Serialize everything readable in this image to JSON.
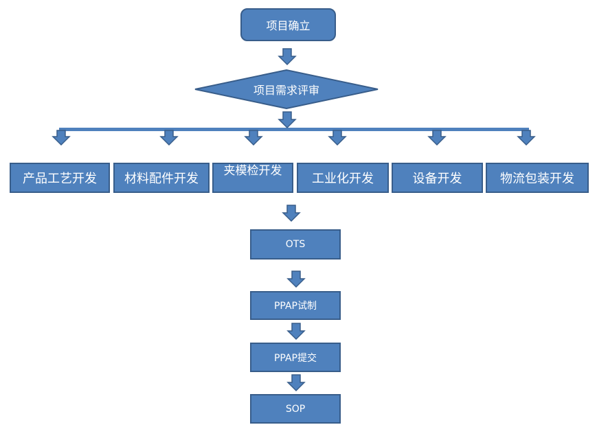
{
  "colors": {
    "fill": "#4f81bd",
    "stroke": "#385d8a",
    "text": "#ffffff"
  },
  "nodes": {
    "start": "项目确立",
    "review": "项目需求评审",
    "branches": [
      "产品工艺开发",
      "材料配件开发",
      "夹模检开发",
      "工业化开发",
      "设备开发",
      "物流包装开发"
    ],
    "ots": "OTS",
    "ppap_trial": "PPAP试制",
    "ppap_submit": "PPAP提交",
    "sop": "SOP"
  }
}
